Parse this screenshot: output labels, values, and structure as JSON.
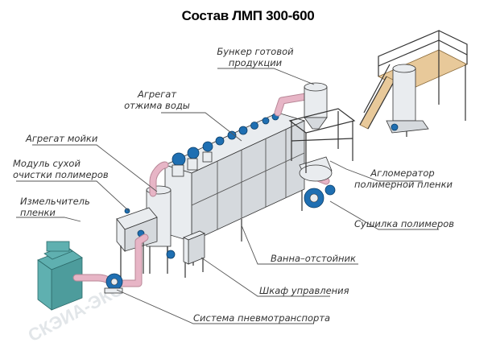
{
  "diagram": {
    "title": "Состав ЛМП 300-600",
    "labels": {
      "bunker": [
        "Бункер готовой",
        "продукции"
      ],
      "squeeze": [
        "Агрегат",
        "отжима воды"
      ],
      "washer": [
        "Агрегат мойки"
      ],
      "dry_module": [
        "Модуль сухой",
        "очистки полимеров"
      ],
      "shredder": [
        "Измельчитель",
        "пленки"
      ],
      "agglomerator": [
        "Агломератор",
        "полимерной пленки"
      ],
      "dryer": [
        "Сушилка полимеров"
      ],
      "settling_tank": [
        "Ванна–отстойник"
      ],
      "control_cabinet": [
        "Шкаф управления"
      ],
      "pneumo": [
        "Система пневмотранспорта"
      ]
    },
    "watermark": "СКЭИА-ЭКО",
    "colors": {
      "equipment_blue": "#1f6fb2",
      "steel": "#e9ecef",
      "shredder_teal": "#5fb0b0",
      "pipe_pink": "#e7b5c6",
      "agglomerator_wood": "#e8c99a"
    }
  }
}
